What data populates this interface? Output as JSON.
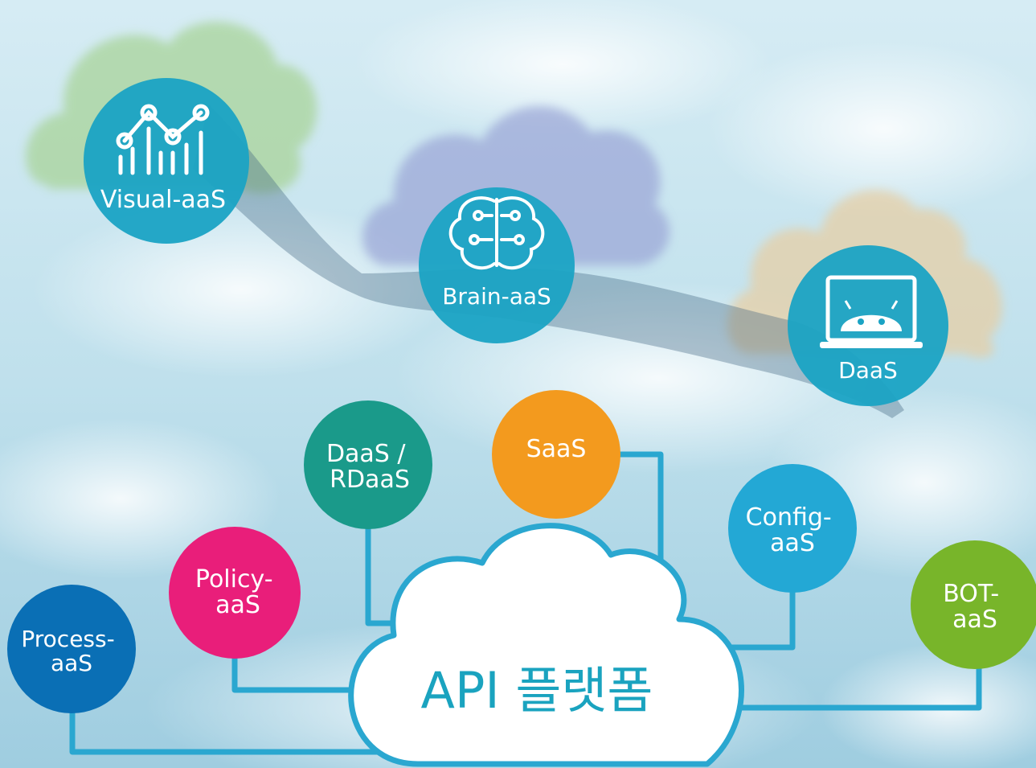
{
  "center": {
    "label": "API 플랫폼"
  },
  "top_services": [
    {
      "id": "visual",
      "label": "Visual-aaS",
      "icon": "chart-network-icon",
      "cloud_color": "#a9d49a"
    },
    {
      "id": "brain",
      "label": "Brain-aaS",
      "icon": "brain-circuit-icon",
      "cloud_color": "#9aa4d6"
    },
    {
      "id": "daas",
      "label": "DaaS",
      "icon": "android-laptop-icon",
      "cloud_color": "#e6cfa6"
    }
  ],
  "bottom_services": [
    {
      "id": "process",
      "lines": [
        "Process-",
        "aaS"
      ],
      "color": "#0a6fb5"
    },
    {
      "id": "policy",
      "lines": [
        "Policy-",
        "aaS"
      ],
      "color": "#e91e7a"
    },
    {
      "id": "rdaas",
      "lines": [
        "DaaS /",
        "RDaaS"
      ],
      "color": "#1a9a8a"
    },
    {
      "id": "saas",
      "lines": [
        "SaaS"
      ],
      "color": "#f39a1e"
    },
    {
      "id": "config",
      "lines": [
        "Config-",
        "aaS"
      ],
      "color": "#23a8d5"
    },
    {
      "id": "bot",
      "lines": [
        "BOT-",
        "aaS"
      ],
      "color": "#78b52a"
    }
  ],
  "colors": {
    "top_circle": "#1aa3c4",
    "connector": "#2aa7d0",
    "sky_top": "#cfe8f2",
    "sky_bottom": "#a9d2e3"
  }
}
